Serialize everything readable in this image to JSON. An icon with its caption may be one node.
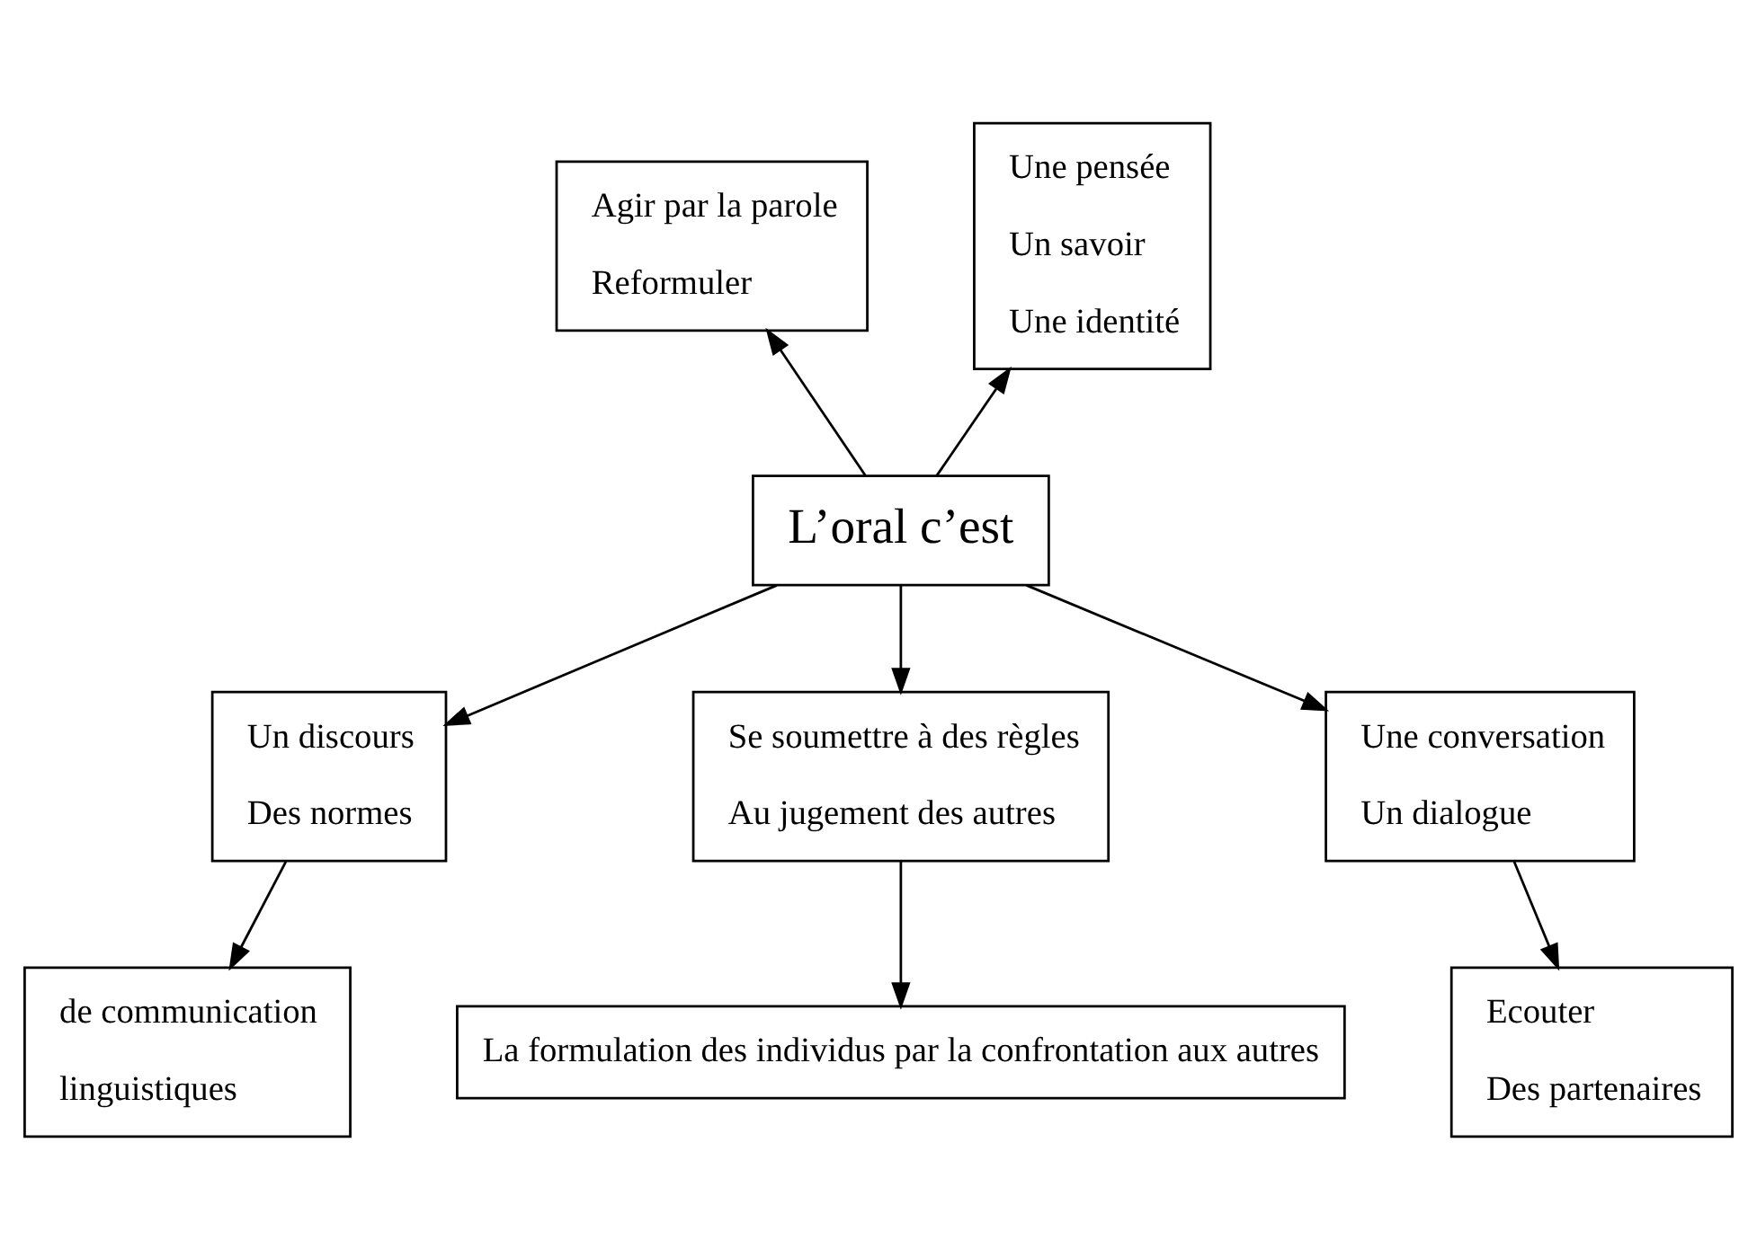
{
  "diagram": {
    "nodes": [
      {
        "text": [
          "Agir par la parole",
          "Reformuler"
        ]
      },
      {
        "text": [
          "Une pensée",
          "Un savoir",
          "Une identité"
        ]
      },
      {
        "text": [
          "L’oral c’est"
        ]
      },
      {
        "text": [
          "Un discours",
          "Des normes"
        ]
      },
      {
        "text": [
          "Se soumettre à des règles",
          "Au jugement des autres"
        ]
      },
      {
        "text": [
          "Une conversation",
          "Un dialogue"
        ]
      },
      {
        "text": [
          "de communication",
          "linguistiques"
        ]
      },
      {
        "text": [
          "Ecouter",
          "Des partenaires"
        ]
      },
      {
        "text": [
          "La formulation des individus par la confrontation aux autres"
        ]
      }
    ],
    "edges": [
      {
        "from": 2,
        "to": 0,
        "arrow": "to"
      },
      {
        "from": 2,
        "to": 1,
        "arrow": "to"
      },
      {
        "from": 2,
        "to": 3,
        "arrow": "to"
      },
      {
        "from": 2,
        "to": 4,
        "arrow": "to"
      },
      {
        "from": 2,
        "to": 5,
        "arrow": "to"
      },
      {
        "from": 3,
        "to": 6,
        "arrow": "to"
      },
      {
        "from": 5,
        "to": 7,
        "arrow": "to"
      },
      {
        "from": 4,
        "to": 8,
        "arrow": "to"
      }
    ]
  }
}
